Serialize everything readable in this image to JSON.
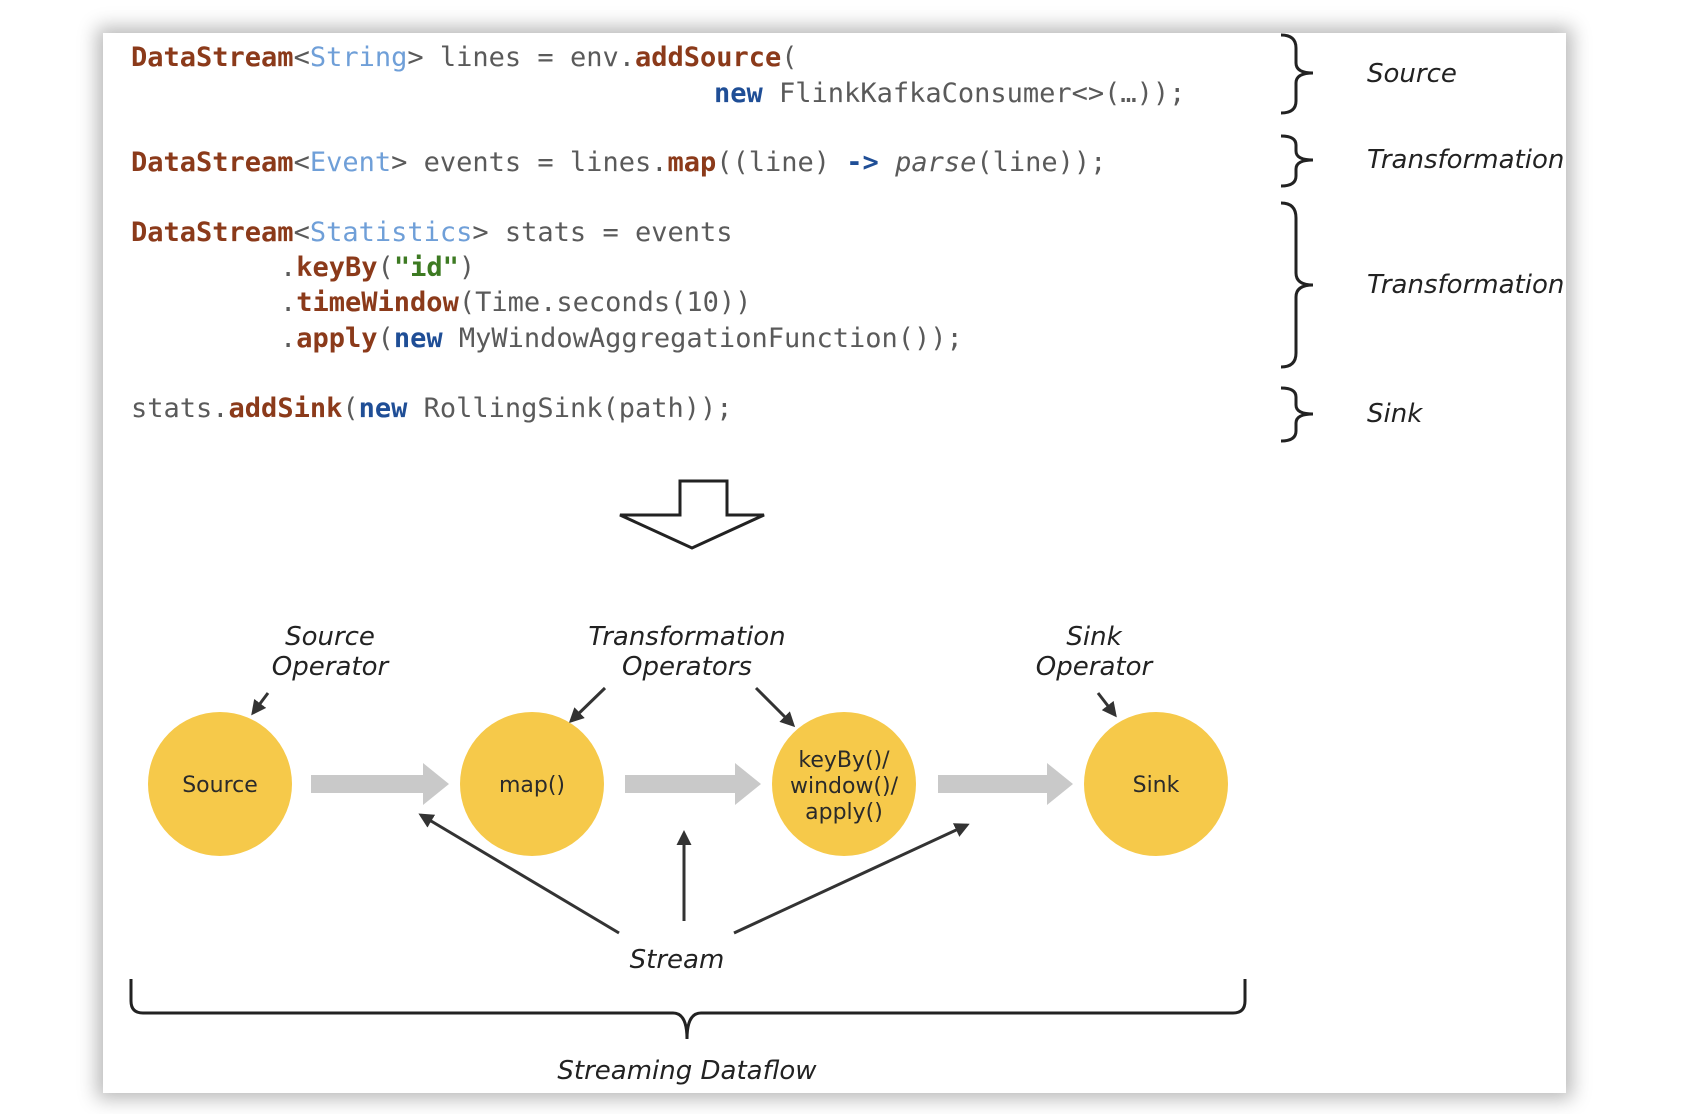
{
  "code": {
    "line1": {
      "type": "DataStream",
      "lt": "<",
      "generic": "String",
      "gt": ">",
      "rest1": " lines = env.",
      "method": "addSource",
      "rest2": "("
    },
    "line2": {
      "new": "new",
      "rest": " FlinkKafkaConsumer<>(…));"
    },
    "line3": {
      "type": "DataStream",
      "lt": "<",
      "generic": "Event",
      "gt": ">",
      "rest1": " events = lines.",
      "method": "map",
      "rest2": "((line) ",
      "arrow": "->",
      "rest3": " ",
      "italic": "parse",
      "rest4": "(line));"
    },
    "line4": {
      "type": "DataStream",
      "lt": "<",
      "generic": "Statistics",
      "gt": ">",
      "rest": " stats = events"
    },
    "line5": {
      "dot": ".",
      "method": "keyBy",
      "open": "(",
      "str": "\"id\"",
      "close": ")"
    },
    "line6": {
      "dot": ".",
      "method": "timeWindow",
      "rest": "(Time.seconds(10))"
    },
    "line7": {
      "dot": ".",
      "method": "apply",
      "open": "(",
      "new": "new",
      "rest": " MyWindowAggregationFunction());"
    },
    "line8": {
      "pre": "stats.",
      "method": "addSink",
      "open": "(",
      "new": "new",
      "rest": " RollingSink(path));"
    }
  },
  "brace_labels": [
    "Source",
    "Transformation",
    "Transformation",
    "Sink"
  ],
  "operator_labels": {
    "source_line1": "Source",
    "source_line2": "Operator",
    "transformation_line1": "Transformation",
    "transformation_line2": "Operators",
    "sink_line1": "Sink",
    "sink_line2": "Operator"
  },
  "nodes": {
    "source": [
      "Source"
    ],
    "map": [
      "map()"
    ],
    "window": [
      "keyBy()/",
      "window()/",
      "apply()"
    ],
    "sink": [
      "Sink"
    ]
  },
  "stream_label": "Stream",
  "dataflow_label": "Streaming Dataflow",
  "colors": {
    "node_fill": "#f6c94a",
    "flow_arrow": "#c9c9c9",
    "type_keyword": "#8b3a1a",
    "generic_type": "#6f9fd8",
    "new_keyword": "#1f4e96",
    "string_literal": "#3d7a22"
  }
}
